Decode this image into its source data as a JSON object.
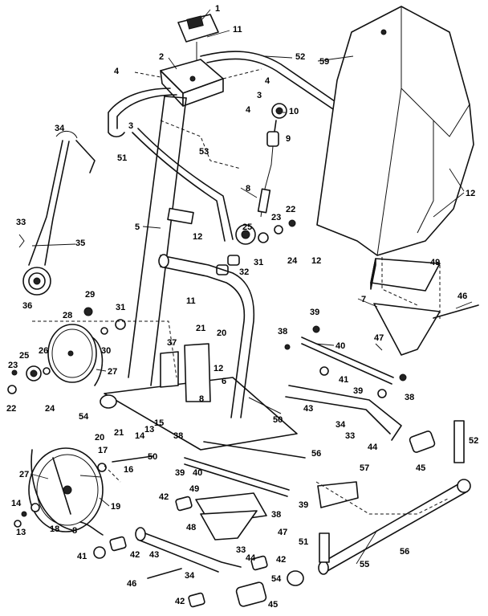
{
  "callouts": [
    {
      "id": "c1",
      "text": "1"
    },
    {
      "id": "c2",
      "text": "2"
    },
    {
      "id": "c3a",
      "text": "3"
    },
    {
      "id": "c3b",
      "text": "3"
    },
    {
      "id": "c4a",
      "text": "4"
    },
    {
      "id": "c4b",
      "text": "4"
    },
    {
      "id": "c4c",
      "text": "4"
    },
    {
      "id": "c5",
      "text": "5"
    },
    {
      "id": "c6",
      "text": "6"
    },
    {
      "id": "c7",
      "text": "7"
    },
    {
      "id": "c8a",
      "text": "8"
    },
    {
      "id": "c8b",
      "text": "8"
    },
    {
      "id": "c8c",
      "text": "8"
    },
    {
      "id": "c9",
      "text": "9"
    },
    {
      "id": "c10",
      "text": "10"
    },
    {
      "id": "c11a",
      "text": "11"
    },
    {
      "id": "c11b",
      "text": "11"
    },
    {
      "id": "c12a",
      "text": "12"
    },
    {
      "id": "c12b",
      "text": "12"
    },
    {
      "id": "c12c",
      "text": "12"
    },
    {
      "id": "c12d",
      "text": "12"
    },
    {
      "id": "c13a",
      "text": "13"
    },
    {
      "id": "c13b",
      "text": "13"
    },
    {
      "id": "c14a",
      "text": "14"
    },
    {
      "id": "c14b",
      "text": "14"
    },
    {
      "id": "c15",
      "text": "15"
    },
    {
      "id": "c16",
      "text": "16"
    },
    {
      "id": "c17",
      "text": "17"
    },
    {
      "id": "c18",
      "text": "18"
    },
    {
      "id": "c19",
      "text": "19"
    },
    {
      "id": "c20a",
      "text": "20"
    },
    {
      "id": "c20b",
      "text": "20"
    },
    {
      "id": "c21a",
      "text": "21"
    },
    {
      "id": "c21b",
      "text": "21"
    },
    {
      "id": "c22a",
      "text": "22"
    },
    {
      "id": "c22b",
      "text": "22"
    },
    {
      "id": "c23a",
      "text": "23"
    },
    {
      "id": "c23b",
      "text": "23"
    },
    {
      "id": "c24a",
      "text": "24"
    },
    {
      "id": "c24b",
      "text": "24"
    },
    {
      "id": "c25a",
      "text": "25"
    },
    {
      "id": "c25b",
      "text": "25"
    },
    {
      "id": "c26",
      "text": "26"
    },
    {
      "id": "c27a",
      "text": "27"
    },
    {
      "id": "c27b",
      "text": "27"
    },
    {
      "id": "c28",
      "text": "28"
    },
    {
      "id": "c29",
      "text": "29"
    },
    {
      "id": "c30",
      "text": "30"
    },
    {
      "id": "c31a",
      "text": "31"
    },
    {
      "id": "c31b",
      "text": "31"
    },
    {
      "id": "c32",
      "text": "32"
    },
    {
      "id": "c33a",
      "text": "33"
    },
    {
      "id": "c33b",
      "text": "33"
    },
    {
      "id": "c33c",
      "text": "33"
    },
    {
      "id": "c34a",
      "text": "34"
    },
    {
      "id": "c34b",
      "text": "34"
    },
    {
      "id": "c34c",
      "text": "34"
    },
    {
      "id": "c35",
      "text": "35"
    },
    {
      "id": "c36",
      "text": "36"
    },
    {
      "id": "c37",
      "text": "37"
    },
    {
      "id": "c38a",
      "text": "38"
    },
    {
      "id": "c38b",
      "text": "38"
    },
    {
      "id": "c38c",
      "text": "38"
    },
    {
      "id": "c38d",
      "text": "38"
    },
    {
      "id": "c39a",
      "text": "39"
    },
    {
      "id": "c39b",
      "text": "39"
    },
    {
      "id": "c39c",
      "text": "39"
    },
    {
      "id": "c39d",
      "text": "39"
    },
    {
      "id": "c40a",
      "text": "40"
    },
    {
      "id": "c40b",
      "text": "40"
    },
    {
      "id": "c41a",
      "text": "41"
    },
    {
      "id": "c41b",
      "text": "41"
    },
    {
      "id": "c42a",
      "text": "42"
    },
    {
      "id": "c42b",
      "text": "42"
    },
    {
      "id": "c42c",
      "text": "42"
    },
    {
      "id": "c42d",
      "text": "42"
    },
    {
      "id": "c43a",
      "text": "43"
    },
    {
      "id": "c43b",
      "text": "43"
    },
    {
      "id": "c44a",
      "text": "44"
    },
    {
      "id": "c44b",
      "text": "44"
    },
    {
      "id": "c45a",
      "text": "45"
    },
    {
      "id": "c45b",
      "text": "45"
    },
    {
      "id": "c46a",
      "text": "46"
    },
    {
      "id": "c46b",
      "text": "46"
    },
    {
      "id": "c47a",
      "text": "47"
    },
    {
      "id": "c47b",
      "text": "47"
    },
    {
      "id": "c48",
      "text": "48"
    },
    {
      "id": "c49a",
      "text": "49"
    },
    {
      "id": "c49b",
      "text": "49"
    },
    {
      "id": "c50a",
      "text": "50"
    },
    {
      "id": "c50b",
      "text": "50"
    },
    {
      "id": "c51a",
      "text": "51"
    },
    {
      "id": "c51b",
      "text": "51"
    },
    {
      "id": "c52a",
      "text": "52"
    },
    {
      "id": "c52b",
      "text": "52"
    },
    {
      "id": "c53",
      "text": "53"
    },
    {
      "id": "c54a",
      "text": "54"
    },
    {
      "id": "c54b",
      "text": "54"
    },
    {
      "id": "c55",
      "text": "55"
    },
    {
      "id": "c56a",
      "text": "56"
    },
    {
      "id": "c56b",
      "text": "56"
    },
    {
      "id": "c57",
      "text": "57"
    },
    {
      "id": "c59",
      "text": "59"
    }
  ]
}
